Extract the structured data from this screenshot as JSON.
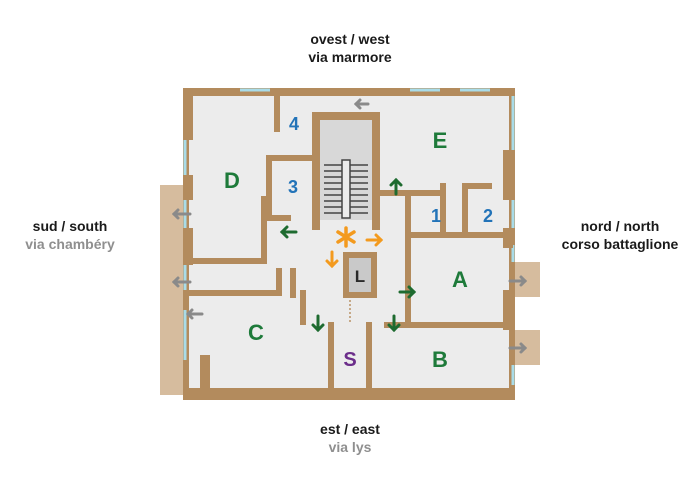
{
  "directions": {
    "west": {
      "label": "ovest / west",
      "street": "via marmore"
    },
    "south": {
      "label": "sud / south",
      "street": "via chambéry"
    },
    "north": {
      "label": "nord / north",
      "street": "corso battaglione"
    },
    "east": {
      "label": "est / east",
      "street": "via lys"
    }
  },
  "rooms": {
    "A": "A",
    "B": "B",
    "C": "C",
    "D": "D",
    "E": "E",
    "n1": "1",
    "n2": "2",
    "n3": "3",
    "n4": "4",
    "L": "L",
    "S": "S"
  },
  "colors": {
    "wall": "#b38b5d",
    "floor": "#ececec",
    "outside_block": "#d6bc9e",
    "room_letters": "#1e7a3a",
    "room_numbers": "#2273b8",
    "storage_label": "#6b2d8a",
    "arrows_green": "#1e6b30",
    "arrows_orange": "#f39a1e",
    "exit_arrows": "#8a8a8a",
    "windows": "#a9dce8"
  },
  "icons": [
    "star-icon",
    "arrow-icon",
    "elevator-icon",
    "stairs-icon"
  ]
}
